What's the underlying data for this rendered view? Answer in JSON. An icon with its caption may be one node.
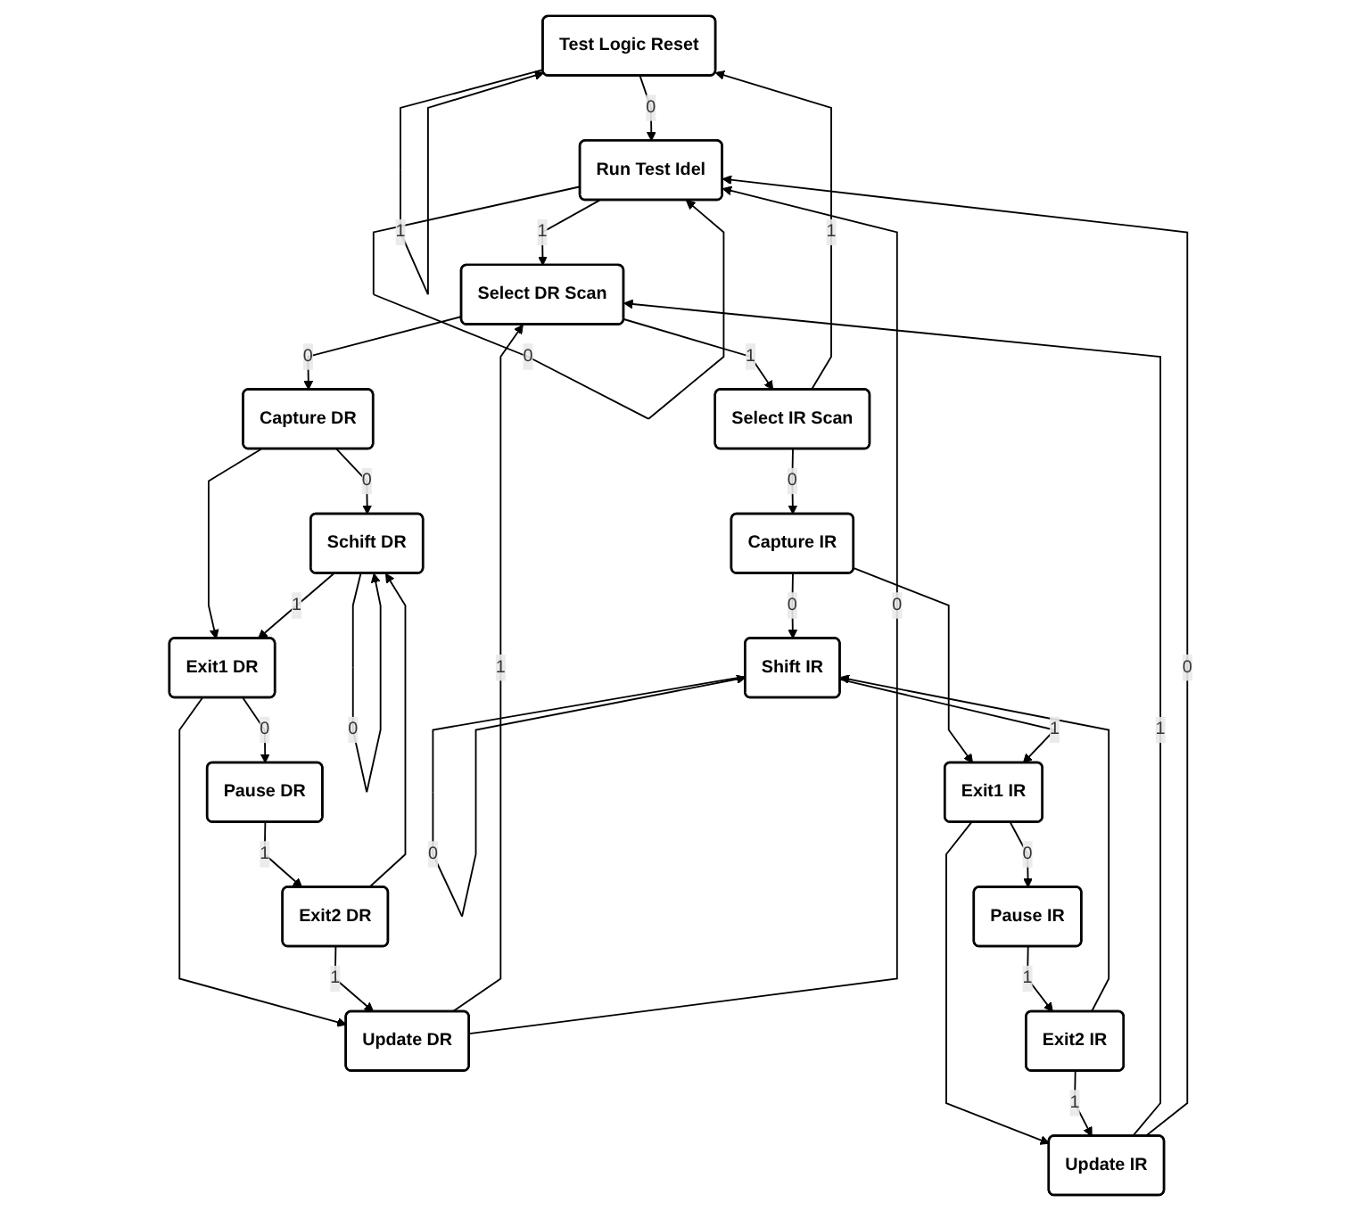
{
  "diagram": {
    "nodes": [
      {
        "text": [
          "Test Logic Reset"
        ]
      },
      {
        "text": [
          "Run Test Idel"
        ]
      },
      {
        "text": [
          "Select DR Scan"
        ]
      },
      {
        "text": [
          "Capture DR"
        ]
      },
      {
        "text": [
          "Schift DR"
        ]
      },
      {
        "text": [
          "Exit1 DR"
        ]
      },
      {
        "text": [
          "Pause DR"
        ]
      },
      {
        "text": [
          "Exit2 DR"
        ]
      },
      {
        "text": [
          "Update DR"
        ]
      },
      {
        "text": [
          "Select IR Scan"
        ]
      },
      {
        "text": [
          "Capture IR"
        ]
      },
      {
        "text": [
          "Shift IR"
        ]
      },
      {
        "text": [
          "Exit1 IR"
        ]
      },
      {
        "text": [
          "Pause IR"
        ]
      },
      {
        "text": [
          "Exit2 IR"
        ]
      },
      {
        "text": [
          "Update IR"
        ]
      }
    ],
    "edges": [
      {
        "from": 0,
        "to": 0,
        "arrow": "to",
        "label": "1"
      },
      {
        "from": 0,
        "to": 1,
        "arrow": "to",
        "label": "0"
      },
      {
        "from": 1,
        "to": 1,
        "arrow": "to",
        "label": "0"
      },
      {
        "from": 1,
        "to": 2,
        "arrow": "to",
        "label": "1"
      },
      {
        "from": 2,
        "to": 9,
        "arrow": "to",
        "label": "1"
      },
      {
        "from": 9,
        "to": 0,
        "arrow": "to",
        "label": "1"
      },
      {
        "from": 2,
        "to": 3,
        "arrow": "to",
        "label": "0"
      },
      {
        "from": 3,
        "to": 4,
        "arrow": "to",
        "label": "0"
      },
      {
        "from": 3,
        "to": 5,
        "arrow": "to"
      },
      {
        "from": 4,
        "to": 4,
        "arrow": "to",
        "label": "0"
      },
      {
        "from": 4,
        "to": 5,
        "arrow": "to",
        "label": "1"
      },
      {
        "from": 5,
        "to": 6,
        "arrow": "to",
        "label": "0"
      },
      {
        "from": 5,
        "to": 8,
        "arrow": "to"
      },
      {
        "from": 6,
        "to": 7,
        "arrow": "to",
        "label": "1"
      },
      {
        "from": 7,
        "to": 4,
        "arrow": "to"
      },
      {
        "from": 7,
        "to": 8,
        "arrow": "to",
        "label": "1"
      },
      {
        "from": 8,
        "to": 2,
        "arrow": "to",
        "label": "1"
      },
      {
        "from": 8,
        "to": 1,
        "arrow": "to",
        "label": "0"
      },
      {
        "from": 9,
        "to": 10,
        "arrow": "to",
        "label": "0"
      },
      {
        "from": 10,
        "to": 11,
        "arrow": "to",
        "label": "0"
      },
      {
        "from": 10,
        "to": 12,
        "arrow": "to"
      },
      {
        "from": 11,
        "to": 11,
        "arrow": "to",
        "label": "0"
      },
      {
        "from": 11,
        "to": 12,
        "arrow": "to",
        "label": "1"
      },
      {
        "from": 12,
        "to": 13,
        "arrow": "to",
        "label": "0"
      },
      {
        "from": 12,
        "to": 15,
        "arrow": "to"
      },
      {
        "from": 13,
        "to": 14,
        "arrow": "to",
        "label": "1"
      },
      {
        "from": 14,
        "to": 11,
        "arrow": "to"
      },
      {
        "from": 14,
        "to": 15,
        "arrow": "to",
        "label": "1"
      },
      {
        "from": 15,
        "to": 2,
        "arrow": "to",
        "label": "1"
      },
      {
        "from": 15,
        "to": 1,
        "arrow": "to",
        "label": "0"
      }
    ]
  }
}
